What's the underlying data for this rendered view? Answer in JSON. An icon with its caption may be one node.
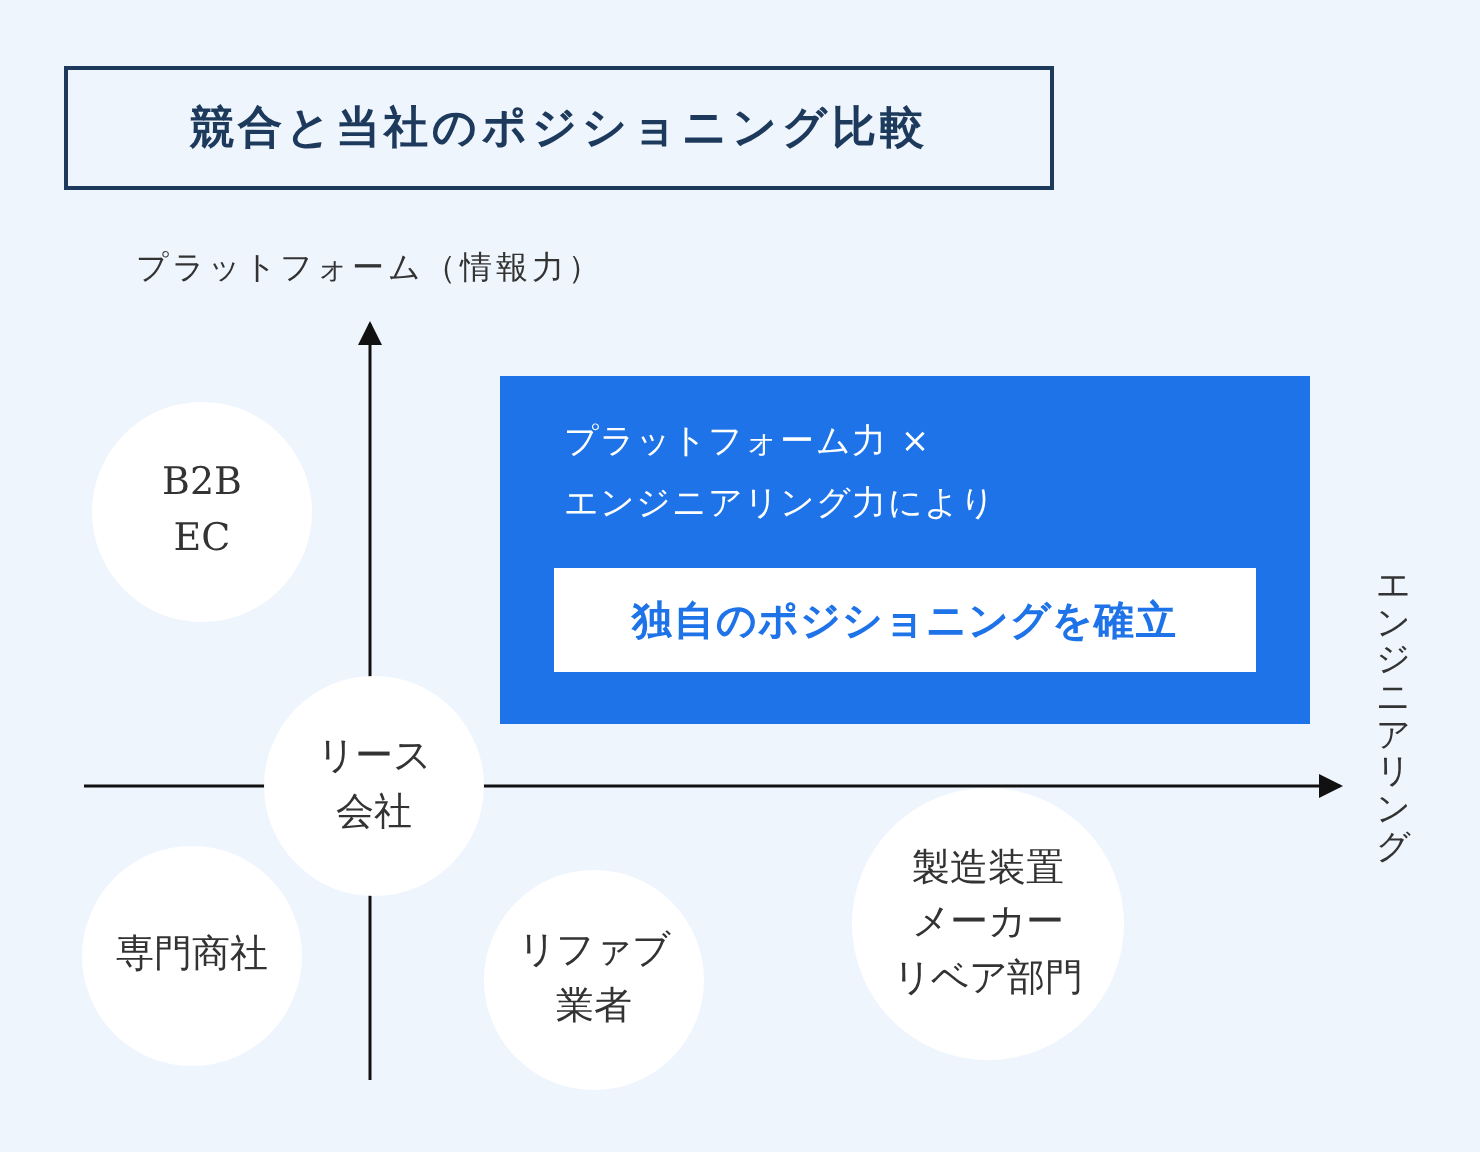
{
  "diagram": {
    "title": "競合と当社のポジショニング比較",
    "nodes": [
      {
        "text": [
          "B2B EC"
        ]
      },
      {
        "text": [
          "リース会社"
        ]
      },
      {
        "text": [
          "専門商社"
        ]
      },
      {
        "text": [
          "リファブ業者"
        ]
      },
      {
        "text": [
          "製造装置メーカー",
          "リベア部門"
        ]
      },
      {
        "text": [
          "プラットフォーム力 × エンジニアリング力により"
        ]
      },
      {
        "text": [
          "独自のポジショニングを確立"
        ],
        "in": 5
      }
    ],
    "edges": [],
    "labels": [
      "プラットフォーム（情報力）",
      "エンジニアリング"
    ]
  }
}
